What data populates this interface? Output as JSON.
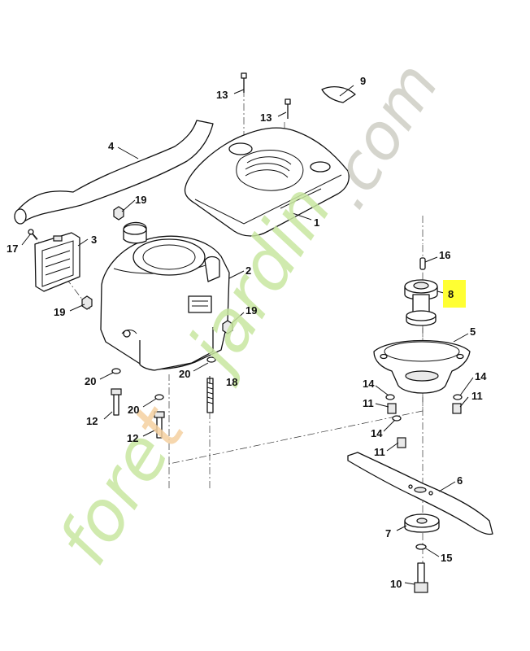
{
  "diagram": {
    "callouts": [
      {
        "id": "c1",
        "label": "1"
      },
      {
        "id": "c2",
        "label": "2"
      },
      {
        "id": "c3",
        "label": "3"
      },
      {
        "id": "c4",
        "label": "4"
      },
      {
        "id": "c5",
        "label": "5"
      },
      {
        "id": "c6",
        "label": "6"
      },
      {
        "id": "c7",
        "label": "7"
      },
      {
        "id": "c8",
        "label": "8",
        "highlighted": true
      },
      {
        "id": "c9",
        "label": "9"
      },
      {
        "id": "c10",
        "label": "10"
      },
      {
        "id": "c11a",
        "label": "11"
      },
      {
        "id": "c11b",
        "label": "11"
      },
      {
        "id": "c11c",
        "label": "11"
      },
      {
        "id": "c12a",
        "label": "12"
      },
      {
        "id": "c12b",
        "label": "12"
      },
      {
        "id": "c13a",
        "label": "13"
      },
      {
        "id": "c13b",
        "label": "13"
      },
      {
        "id": "c14a",
        "label": "14"
      },
      {
        "id": "c14b",
        "label": "14"
      },
      {
        "id": "c14c",
        "label": "14"
      },
      {
        "id": "c15",
        "label": "15"
      },
      {
        "id": "c16",
        "label": "16"
      },
      {
        "id": "c17",
        "label": "17"
      },
      {
        "id": "c18",
        "label": "18"
      },
      {
        "id": "c19a",
        "label": "19"
      },
      {
        "id": "c19b",
        "label": "19"
      },
      {
        "id": "c19c",
        "label": "19"
      },
      {
        "id": "c20a",
        "label": "20"
      },
      {
        "id": "c20b",
        "label": "20"
      },
      {
        "id": "c20c",
        "label": "20"
      }
    ],
    "highlight_color": "#ffff33"
  },
  "watermark": {
    "part1": "foret",
    "part2": "jardin",
    "part3": ".com",
    "color1": "#c8e6a0",
    "color2": "#f5d0a0",
    "color3": "#d0d0c8"
  }
}
